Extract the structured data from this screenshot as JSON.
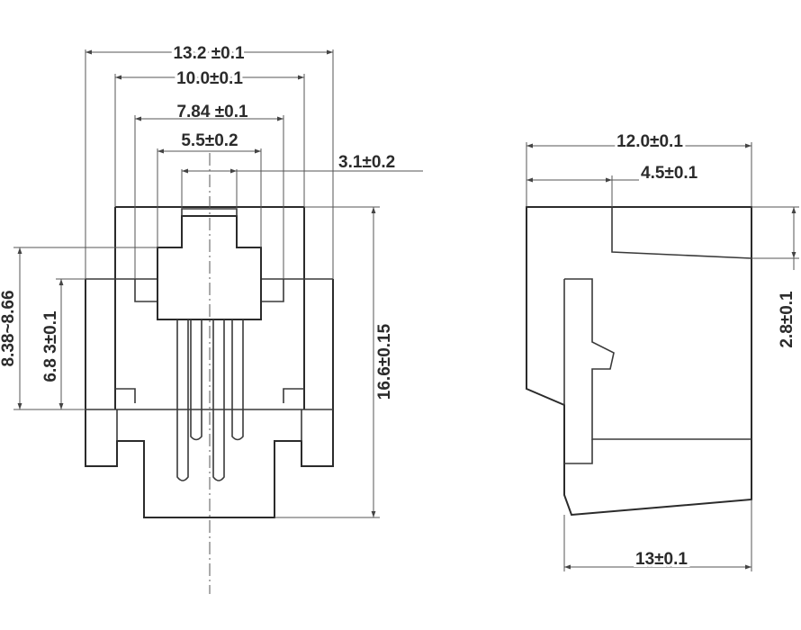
{
  "front_view": {
    "dim_overall_width": "13.2 ±0.1",
    "dim_inner_width": "10.0±0.1",
    "dim_body_width": "7.84 ±0.1",
    "dim_pin_span": "5.5±0.2",
    "dim_pin_pitch": "3.1±0.2",
    "dim_height": "16.6±0.15",
    "dim_mount_range": "8.38~8.66",
    "dim_mount_height": "6.8 3±0.1"
  },
  "side_view": {
    "dim_depth": "12.0±0.1",
    "dim_step": "4.5±0.1",
    "dim_step_height": "2.8±0.1",
    "dim_base": "13±0.1"
  }
}
